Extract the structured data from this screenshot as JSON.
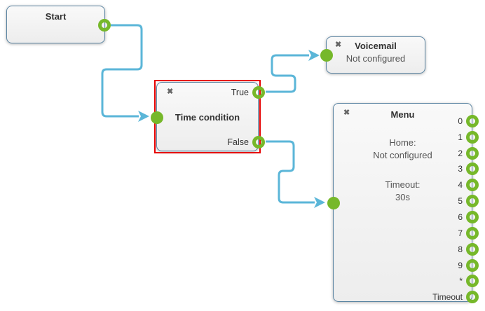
{
  "colors": {
    "canvas_background": "#ffffff",
    "node_border": "#5a84a2",
    "node_background_top": "#f9f9f9",
    "node_background_bottom": "#ededed",
    "connector_blue": "#5bb6d8",
    "port_green": "#76b82a",
    "selection_red": "#e60000",
    "title_text": "#333333",
    "body_text": "#555555",
    "close_icon": "#666666"
  },
  "nodes": {
    "start": {
      "title": "Start"
    },
    "time_condition": {
      "title": "Time condition",
      "close_icon": "✖",
      "true_label": "True",
      "false_label": "False",
      "selected": true
    },
    "voicemail": {
      "title": "Voicemail",
      "status": "Not configured",
      "close_icon": "✖"
    },
    "menu": {
      "title": "Menu",
      "close_icon": "✖",
      "home_label": "Home:",
      "home_value": "Not configured",
      "timeout_label": "Timeout:",
      "timeout_value": "30s",
      "ports": [
        "0",
        "1",
        "2",
        "3",
        "4",
        "5",
        "6",
        "7",
        "8",
        "9",
        "*",
        "Timeout"
      ]
    }
  }
}
